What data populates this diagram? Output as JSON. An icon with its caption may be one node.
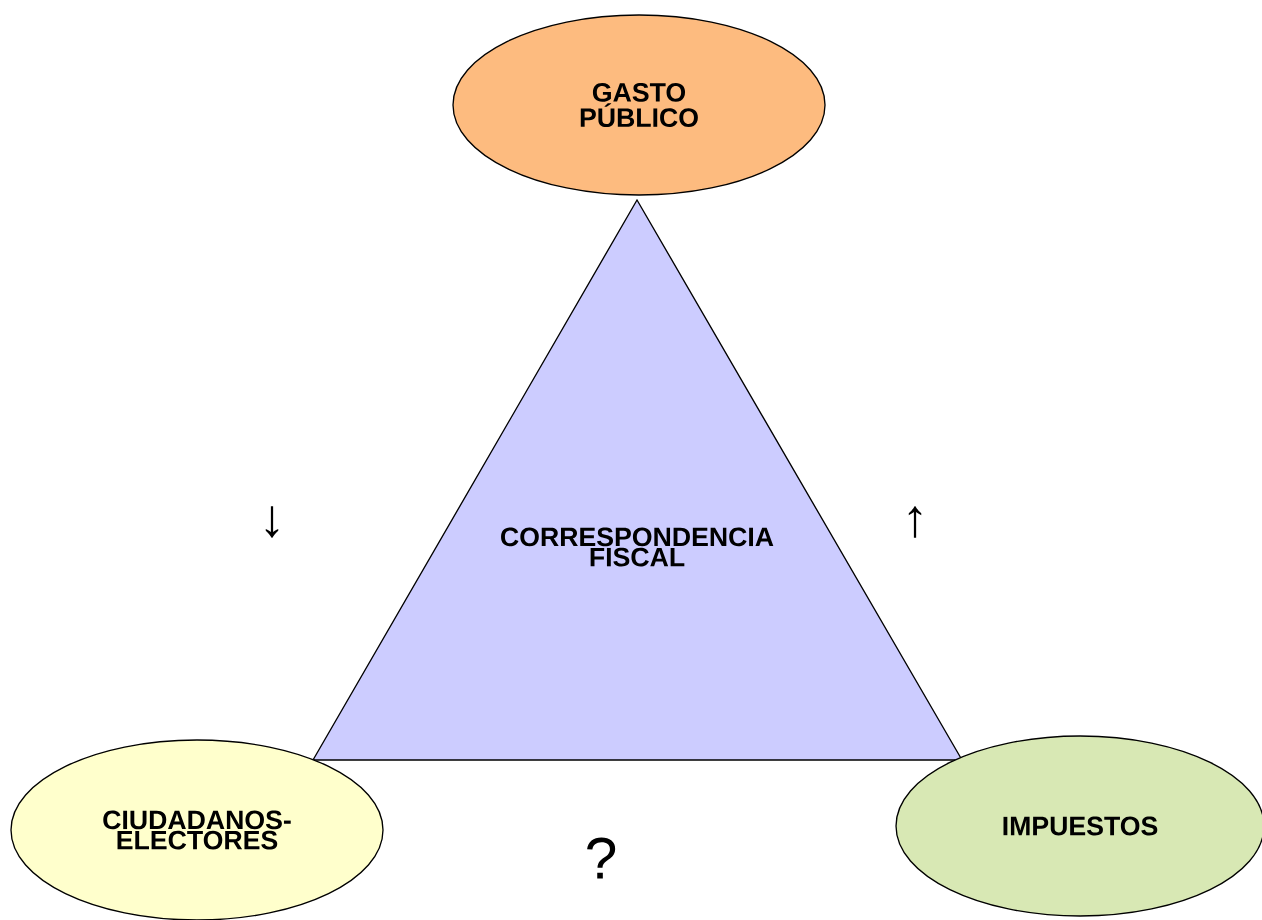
{
  "diagram": {
    "nodes": [
      {
        "text": [
          "GASTO PÚBLICO"
        ]
      },
      {
        "text": [
          "CORRESPONDENCIA FISCAL"
        ]
      },
      {
        "text": [
          "CIUDADANOS-ELECTORES"
        ]
      },
      {
        "text": [
          "IMPUESTOS"
        ]
      }
    ],
    "labels": [
      "↓",
      "↑",
      "?"
    ]
  }
}
